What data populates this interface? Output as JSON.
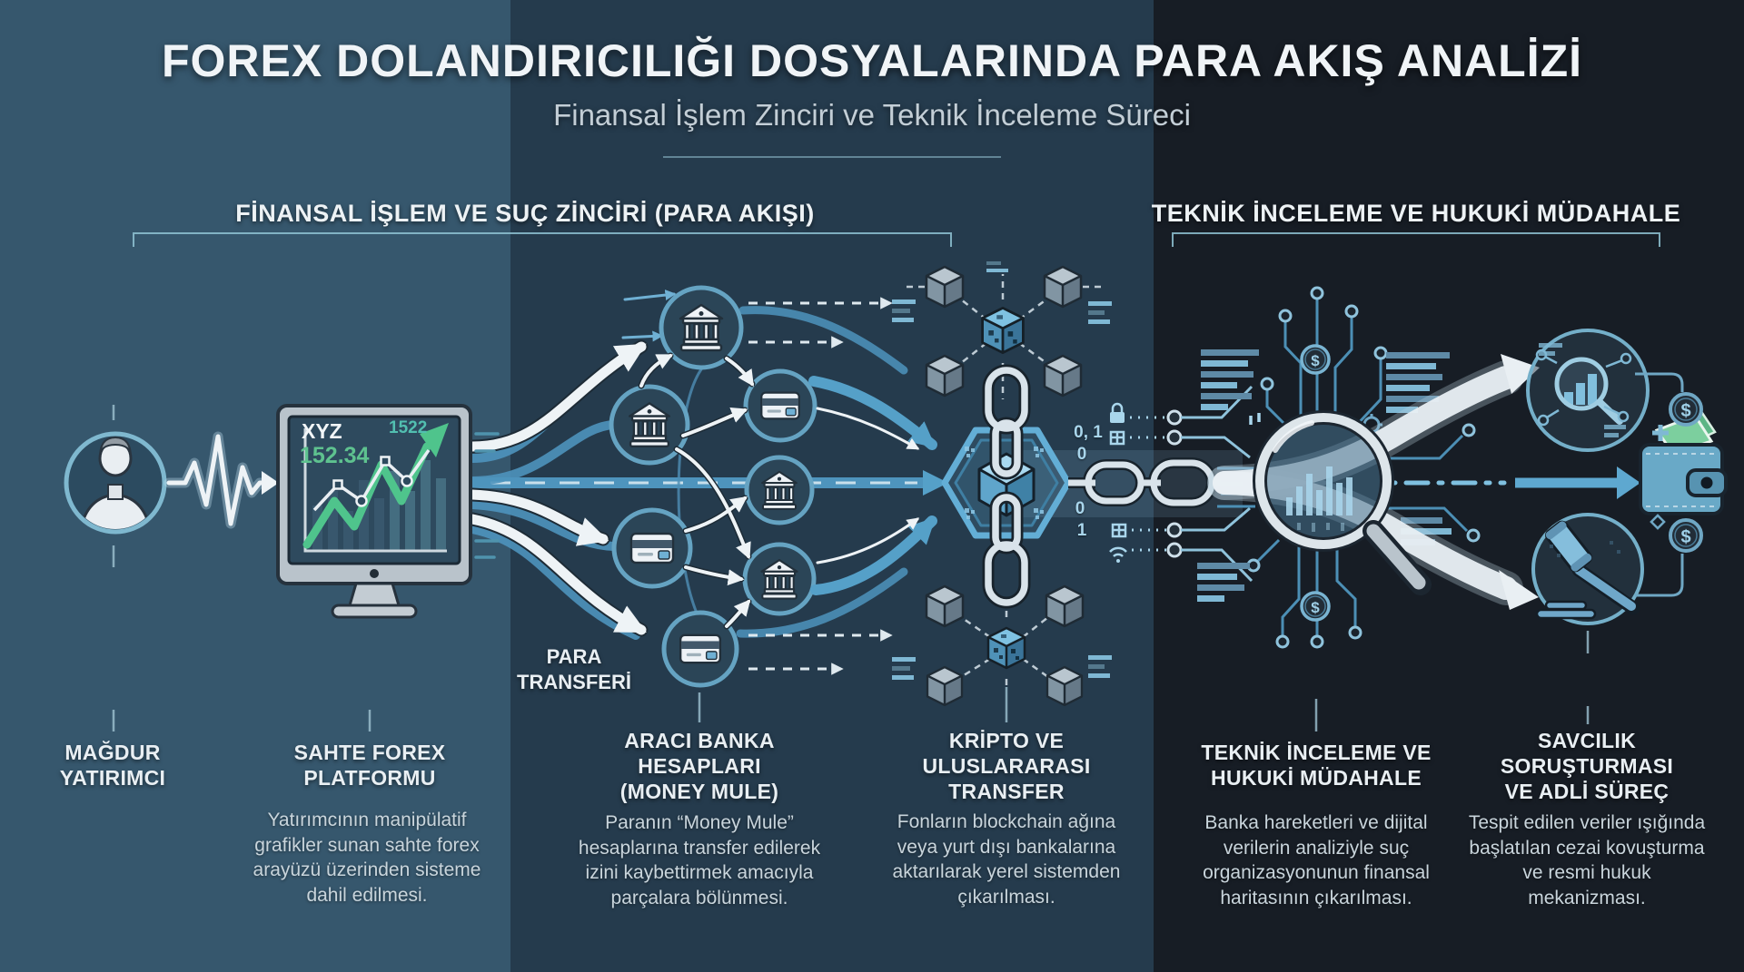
{
  "header": {
    "title": "FOREX DOLANDIRICILIĞI DOSYALARINDA PARA AKIŞ ANALİZİ",
    "subtitle": "Finansal İşlem Zinciri ve Teknik İnceleme Süreci"
  },
  "sections": {
    "left_title": "FİNANSAL İŞLEM VE SUÇ ZİNCİRİ (PARA AKIŞI)",
    "right_title": "TEKNİK İNCELEME VE HUKUKİ MÜDAHALE"
  },
  "flow_label": "PARA\nTRANSFERİ",
  "monitor": {
    "ticker": "XYZ",
    "price": "152.34",
    "index": "1522"
  },
  "columns": [
    {
      "label": "MAĞDUR\nYATIRIMCI",
      "description": ""
    },
    {
      "label": "SAHTE FOREX\nPLATFORMU",
      "description": "Yatırımcının manipülatif grafikler sunan sahte forex arayüzü üzerinden sisteme dahil edilmesi."
    },
    {
      "label": "ARACI BANKA\nHESAPLARI\n(MONEY MULE)",
      "description": "Paranın “Money Mule” hesaplarına transfer edilerek izini kaybettirmek amacıyla parçalara bölünmesi."
    },
    {
      "label": "KRİPTO VE\nULUSLARARASI\nTRANSFER",
      "description": "Fonların blockchain ağına veya yurt dışı bankalarına aktarılarak yerel sistemden çıkarılması."
    },
    {
      "label": "TEKNİK İNCELEME VE\nHUKUKİ MÜDAHALE",
      "description": "Banka hareketleri ve dijital verilerin analiziyle suç organizasyonunun finansal haritasının çıkarılması."
    },
    {
      "label": "SAVCILIK\nSORUŞTURMASI\nVE ADLİ SÜREÇ",
      "description": "Tespit edilen veriler ışığında başlatılan cezai kovuşturma ve resmi hukuk mekanizması."
    }
  ],
  "decor": {
    "digits": [
      "0, 1",
      "0",
      "0",
      "1"
    ],
    "dollar": "$"
  },
  "colors": {
    "band_left": "#36576d",
    "band_mid": "#253b4d",
    "band_right": "#171d25",
    "accent_teal": "#8fc3d4",
    "arrow_blue": "#55a0c8",
    "arrow_white": "#eef3f6",
    "chart_green": "#4fc48c"
  }
}
